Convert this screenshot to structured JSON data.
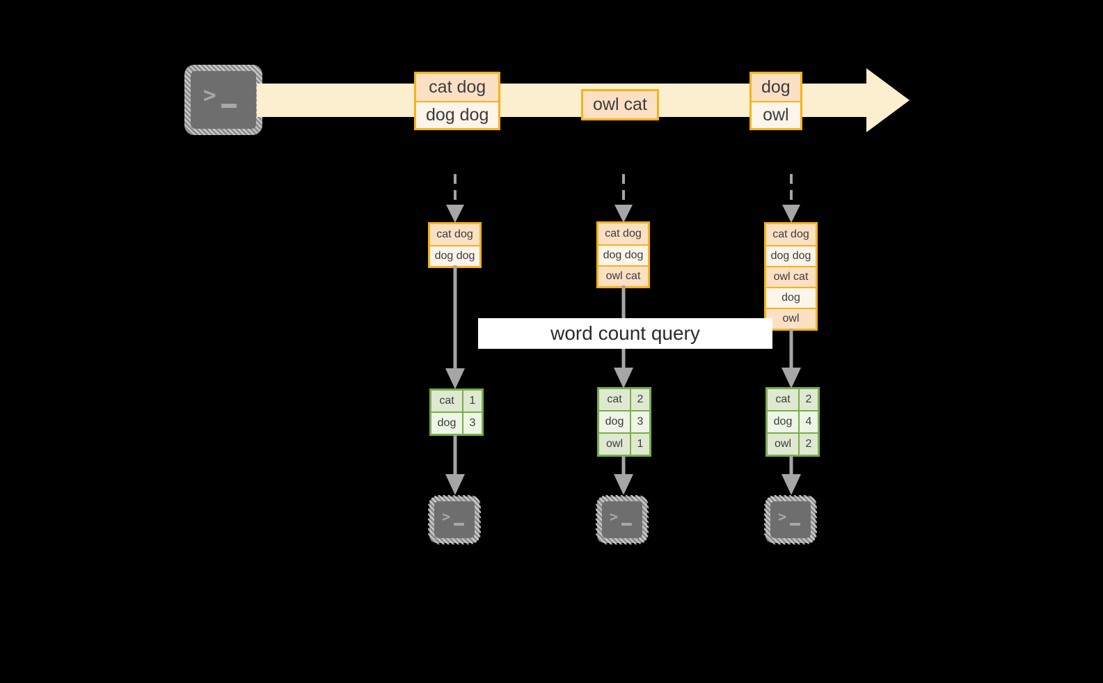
{
  "diagram": {
    "title": "word count query",
    "source_terminal": {
      "icon": "terminal-icon",
      "prompt": ">",
      "cursor": "_"
    },
    "colors": {
      "stream_fill": "#fcefcf",
      "event_border": "#f5b21a",
      "event_fill_dark": "#fbe0c4",
      "event_fill_light": "#fdf4ea",
      "table_border": "#7aad49",
      "table_fill_dark": "#dfe9d2",
      "table_fill_light": "#eef4e6",
      "arrow_gray": "#a6a6a6",
      "terminal_gray": "#6e6e6e",
      "banner_bg": "#ffffff"
    },
    "stream": {
      "name": "event-stream",
      "events": [
        {
          "id": "evt-stream-1",
          "lines": [
            "cat dog",
            "dog dog"
          ]
        },
        {
          "id": "evt-stream-2",
          "lines": [
            "owl cat"
          ]
        },
        {
          "id": "evt-stream-3",
          "lines": [
            "dog",
            "owl"
          ]
        }
      ]
    },
    "stacks": [
      {
        "id": "stack-1",
        "lines": [
          "cat dog",
          "dog dog"
        ]
      },
      {
        "id": "stack-2",
        "lines": [
          "cat dog",
          "dog dog",
          "owl cat"
        ]
      },
      {
        "id": "stack-3",
        "lines": [
          "cat dog",
          "dog dog",
          "owl cat",
          "dog",
          "owl"
        ]
      }
    ],
    "results": [
      {
        "id": "table-1",
        "rows": [
          {
            "word": "cat",
            "count": "1"
          },
          {
            "word": "dog",
            "count": "3"
          }
        ]
      },
      {
        "id": "table-2",
        "rows": [
          {
            "word": "cat",
            "count": "2"
          },
          {
            "word": "dog",
            "count": "3"
          },
          {
            "word": "owl",
            "count": "1"
          }
        ]
      },
      {
        "id": "table-3",
        "rows": [
          {
            "word": "cat",
            "count": "2"
          },
          {
            "word": "dog",
            "count": "4"
          },
          {
            "word": "owl",
            "count": "2"
          }
        ]
      }
    ],
    "sink_terminals": [
      {
        "id": "term-sink-1",
        "prompt": ">",
        "cursor": "_"
      },
      {
        "id": "term-sink-2",
        "prompt": ">",
        "cursor": "_"
      },
      {
        "id": "term-sink-3",
        "prompt": ">",
        "cursor": "_"
      }
    ]
  }
}
